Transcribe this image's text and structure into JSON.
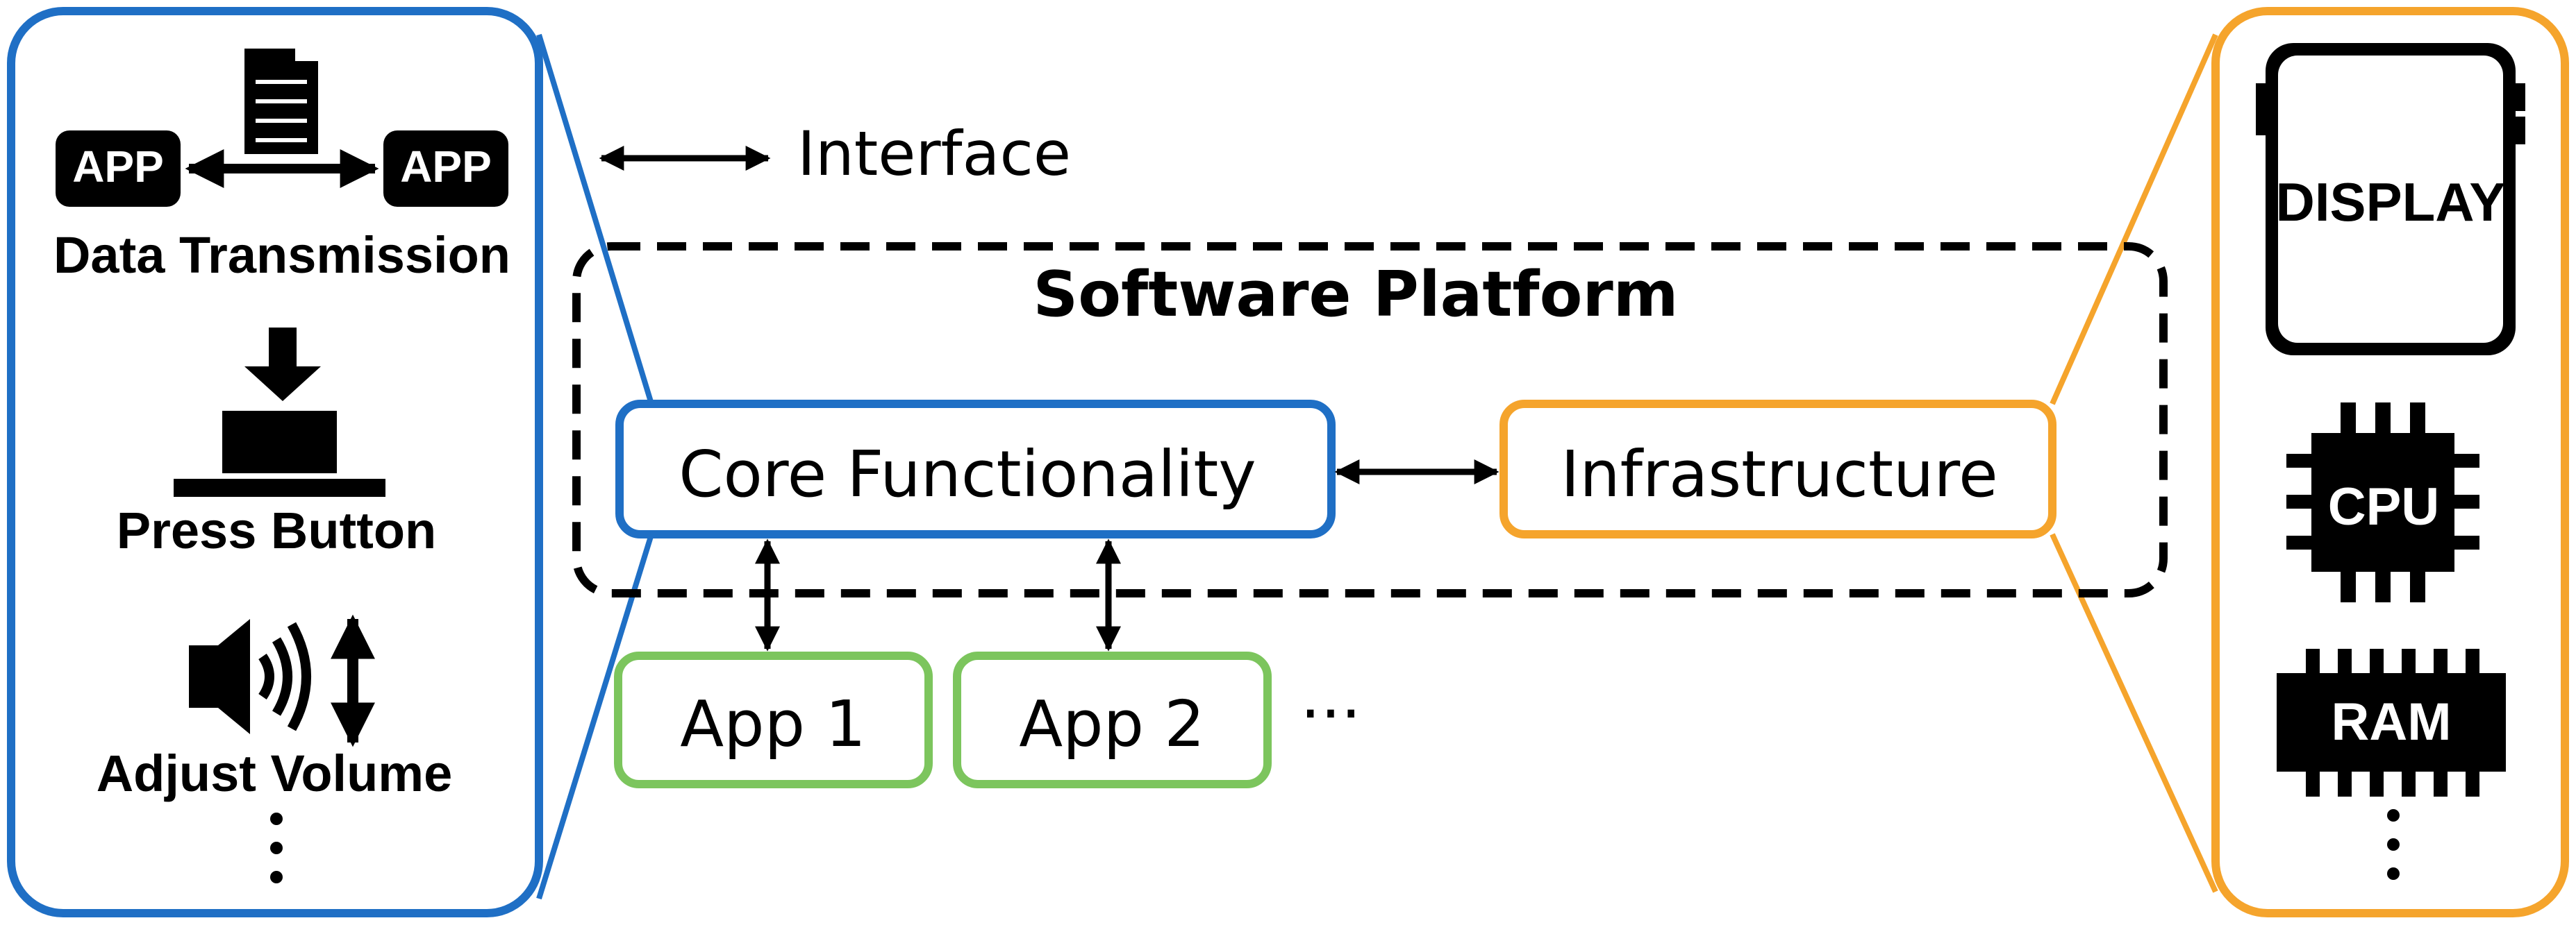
{
  "colors": {
    "blue": "#1f6fc5",
    "orange": "#f5a42c",
    "green": "#7cc55d",
    "black": "#000000"
  },
  "left_panel": {
    "app_left_label": "APP",
    "app_right_label": "APP",
    "data_transmission_label": "Data Transmission",
    "press_button_label": "Press Button",
    "adjust_volume_label": "Adjust Volume",
    "more_indicator": "⋮"
  },
  "legend": {
    "interface_label": "Interface"
  },
  "platform": {
    "title": "Software Platform",
    "core_label": "Core Functionality",
    "infra_label": "Infrastructure"
  },
  "apps": {
    "app1_label": "App 1",
    "app2_label": "App 2",
    "more_label": "···"
  },
  "right_panel": {
    "display_label": "DISPLAY",
    "cpu_label": "CPU",
    "ram_label": "RAM",
    "more_indicator": "⋮"
  }
}
